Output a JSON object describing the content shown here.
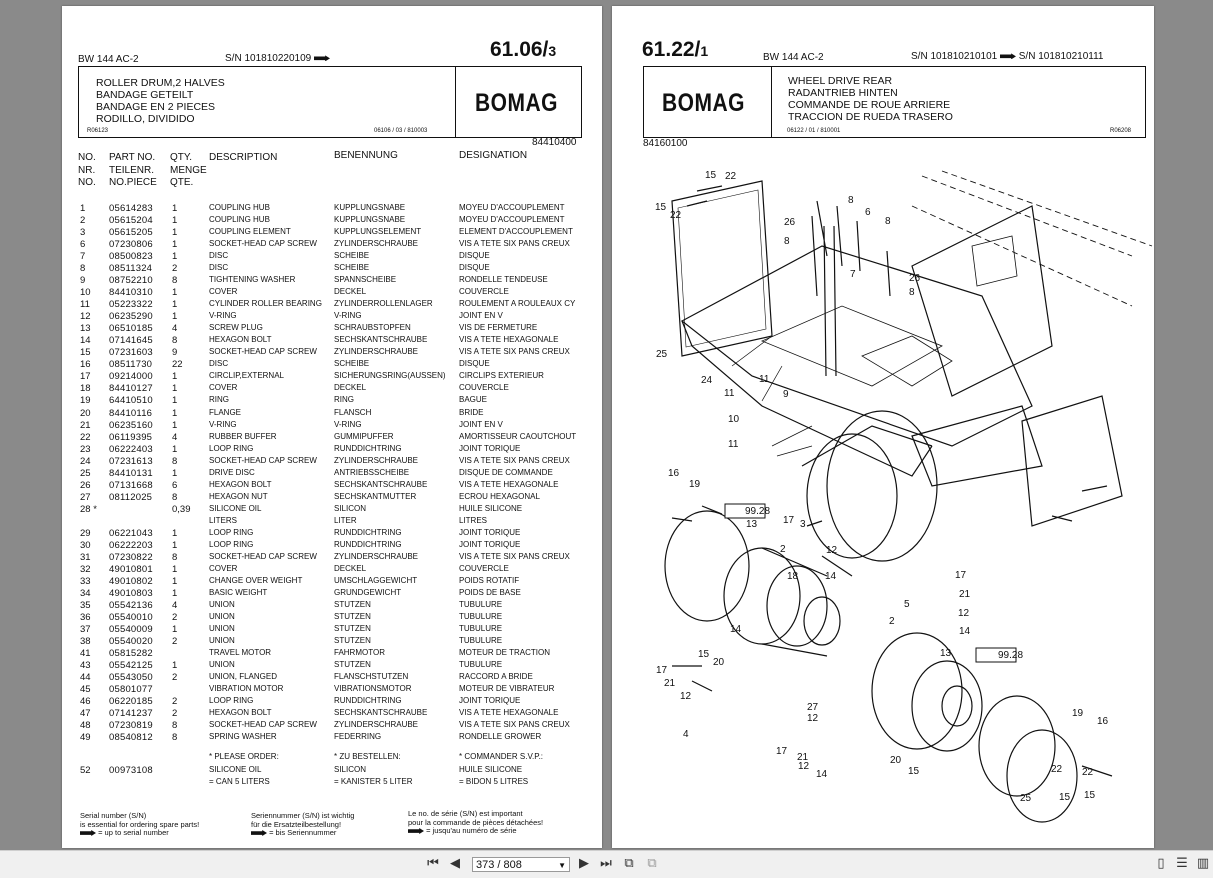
{
  "left_page": {
    "model": "BW 144 AC-2",
    "serial": "S/N 101810220109",
    "page_number_main": "61.06/",
    "page_number_sub": "3",
    "titles": [
      "ROLLER DRUM,2 HALVES",
      "BANDAGE GETEILT",
      "BANDAGE EN 2 PIECES",
      "RODILLO, DIVIDIDO"
    ],
    "brand": "BOMAG",
    "ref_left": "R06123",
    "ref_mid": "06106 / 03 / 810003",
    "code": "84410400",
    "headers": {
      "no": [
        "NO.",
        "NR.",
        "NO."
      ],
      "part": [
        "PART NO.",
        "TEILENR.",
        "NO.PIECE"
      ],
      "qty": [
        "QTY.",
        "MENGE",
        "QTE."
      ],
      "description": "DESCRIPTION",
      "benennung": "BENENNUNG",
      "designation": "DESIGNATION"
    },
    "rows": [
      [
        "1",
        "05614283",
        "1",
        "COUPLING HUB",
        "KUPPLUNGSNABE",
        "MOYEU D'ACCOUPLEMENT"
      ],
      [
        "2",
        "05615204",
        "1",
        "COUPLING HUB",
        "KUPPLUNGSNABE",
        "MOYEU D'ACCOUPLEMENT"
      ],
      [
        "3",
        "05615205",
        "1",
        "COUPLING ELEMENT",
        "KUPPLUNGSELEMENT",
        "ELEMENT D'ACCOUPLEMENT"
      ],
      [
        "6",
        "07230806",
        "1",
        "SOCKET-HEAD CAP SCREW",
        "ZYLINDERSCHRAUBE",
        "VIS A TETE SIX PANS CREUX"
      ],
      [
        "7",
        "08500823",
        "1",
        "DISC",
        "SCHEIBE",
        "DISQUE"
      ],
      [
        "8",
        "08511324",
        "2",
        "DISC",
        "SCHEIBE",
        "DISQUE"
      ],
      [
        "9",
        "08752210",
        "8",
        "TIGHTENING WASHER",
        "SPANNSCHEIBE",
        "RONDELLE TENDEUSE"
      ],
      [
        "10",
        "84410310",
        "1",
        "COVER",
        "DECKEL",
        "COUVERCLE"
      ],
      [
        "11",
        "05223322",
        "1",
        "CYLINDER ROLLER BEARING",
        "ZYLINDERROLLENLAGER",
        "ROULEMENT A ROULEAUX CY"
      ],
      [
        "12",
        "06235290",
        "1",
        "V-RING",
        "V-RING",
        "JOINT EN V"
      ],
      [
        "13",
        "06510185",
        "4",
        "SCREW PLUG",
        "SCHRAUBSTOPFEN",
        "VIS DE FERMETURE"
      ],
      [
        "14",
        "07141645",
        "8",
        "HEXAGON BOLT",
        "SECHSKANTSCHRAUBE",
        "VIS A TETE HEXAGONALE"
      ],
      [
        "15",
        "07231603",
        "9",
        "SOCKET-HEAD CAP SCREW",
        "ZYLINDERSCHRAUBE",
        "VIS A TETE SIX PANS CREUX"
      ],
      [
        "16",
        "08511730",
        "22",
        "DISC",
        "SCHEIBE",
        "DISQUE"
      ],
      [
        "17",
        "09214000",
        "1",
        "CIRCLIP,EXTERNAL",
        "SICHERUNGSRING(AUSSEN)",
        "CIRCLIPS EXTERIEUR"
      ],
      [
        "18",
        "84410127",
        "1",
        "COVER",
        "DECKEL",
        "COUVERCLE"
      ],
      [
        "19",
        "64410510",
        "1",
        "RING",
        "RING",
        "BAGUE"
      ],
      [
        "20",
        "84410116",
        "1",
        "FLANGE",
        "FLANSCH",
        "BRIDE"
      ],
      [
        "21",
        "06235160",
        "1",
        "V-RING",
        "V-RING",
        "JOINT EN V"
      ],
      [
        "22",
        "06119395",
        "4",
        "RUBBER BUFFER",
        "GUMMIPUFFER",
        "AMORTISSEUR CAOUTCHOUT"
      ],
      [
        "23",
        "06222403",
        "1",
        "LOOP RING",
        "RUNDDICHTRING",
        "JOINT TORIQUE"
      ],
      [
        "24",
        "07231613",
        "8",
        "SOCKET-HEAD CAP SCREW",
        "ZYLINDERSCHRAUBE",
        "VIS A TETE SIX PANS CREUX"
      ],
      [
        "25",
        "84410131",
        "1",
        "DRIVE DISC",
        "ANTRIEBSSCHEIBE",
        "DISQUE DE COMMANDE"
      ],
      [
        "26",
        "07131668",
        "6",
        "HEXAGON BOLT",
        "SECHSKANTSCHRAUBE",
        "VIS A TETE HEXAGONALE"
      ],
      [
        "27",
        "08112025",
        "8",
        "HEXAGON NUT",
        "SECHSKANTMUTTER",
        "ECROU HEXAGONAL"
      ],
      [
        "28 *",
        "",
        "0,39",
        "SILICONE OIL",
        "SILICON",
        "HUILE SILICONE"
      ],
      [
        "",
        "",
        "",
        "LITERS",
        "LITER",
        "LITRES"
      ],
      [
        "29",
        "06221043",
        "1",
        "LOOP RING",
        "RUNDDICHTRING",
        "JOINT TORIQUE"
      ],
      [
        "30",
        "06222203",
        "1",
        "LOOP RING",
        "RUNDDICHTRING",
        "JOINT TORIQUE"
      ],
      [
        "31",
        "07230822",
        "8",
        "SOCKET-HEAD CAP SCREW",
        "ZYLINDERSCHRAUBE",
        "VIS A TETE SIX PANS CREUX"
      ],
      [
        "32",
        "49010801",
        "1",
        "COVER",
        "DECKEL",
        "COUVERCLE"
      ],
      [
        "33",
        "49010802",
        "1",
        "CHANGE OVER WEIGHT",
        "UMSCHLAGGEWICHT",
        "POIDS ROTATIF"
      ],
      [
        "34",
        "49010803",
        "1",
        "BASIC WEIGHT",
        "GRUNDGEWICHT",
        "POIDS DE BASE"
      ],
      [
        "35",
        "05542136",
        "4",
        "UNION",
        "STUTZEN",
        "TUBULURE"
      ],
      [
        "36",
        "05540010",
        "2",
        "UNION",
        "STUTZEN",
        "TUBULURE"
      ],
      [
        "37",
        "05540009",
        "1",
        "UNION",
        "STUTZEN",
        "TUBULURE"
      ],
      [
        "38",
        "05540020",
        "2",
        "UNION",
        "STUTZEN",
        "TUBULURE"
      ],
      [
        "41",
        "05815282",
        "",
        "TRAVEL MOTOR",
        "FAHRMOTOR",
        "MOTEUR DE TRACTION"
      ],
      [
        "43",
        "05542125",
        "1",
        "UNION",
        "STUTZEN",
        "TUBULURE"
      ],
      [
        "44",
        "05543050",
        "2",
        "UNION, FLANGED",
        "FLANSCHSTUTZEN",
        "RACCORD A BRIDE"
      ],
      [
        "45",
        "05801077",
        "",
        "VIBRATION MOTOR",
        "VIBRATIONSMOTOR",
        "MOTEUR DE VIBRATEUR"
      ],
      [
        "46",
        "06220185",
        "2",
        "LOOP RING",
        "RUNDDICHTRING",
        "JOINT TORIQUE"
      ],
      [
        "47",
        "07141237",
        "2",
        "HEXAGON BOLT",
        "SECHSKANTSCHRAUBE",
        "VIS A TETE HEXAGONALE"
      ],
      [
        "48",
        "07230819",
        "8",
        "SOCKET-HEAD CAP SCREW",
        "ZYLINDERSCHRAUBE",
        "VIS A TETE SIX PANS CREUX"
      ],
      [
        "49",
        "08540812",
        "8",
        "SPRING WASHER",
        "FEDERRING",
        "RONDELLE GROWER"
      ]
    ],
    "order_note": [
      "* PLEASE ORDER:",
      "* ZU BESTELLEN:",
      "* COMMANDER S.V.P.:"
    ],
    "extra_row": [
      "52",
      "00973108",
      "",
      "SILICONE OIL",
      "SILICON",
      "HUILE SILICONE"
    ],
    "can_row": [
      "= CAN 5 LITERS",
      "= KANISTER 5 LITER",
      "= BIDON 5 LITRES"
    ],
    "footer": {
      "en": [
        "Serial number (S/N)",
        "is essential for ordering spare parts!",
        "= up to serial number"
      ],
      "de": [
        "Seriennummer (S/N) ist wichtig",
        "für die Ersatzteilbestellung!",
        "= bis Seriennummer"
      ],
      "fr": [
        "Le no. de série (S/N) est important",
        "pour la commande de pièces détachées!",
        "= jusqu'au numéro de série"
      ]
    }
  },
  "right_page": {
    "page_number_main": "61.22/",
    "page_number_sub": "1",
    "model": "BW 144 AC-2",
    "serial_from": "S/N 101810210101",
    "serial_to": "S/N 101810210111",
    "brand": "BOMAG",
    "titles": [
      "WHEEL DRIVE REAR",
      "RADANTRIEB HINTEN",
      "COMMANDE DE ROUE ARRIERE",
      "TRACCION DE RUEDA TRASERO"
    ],
    "ref_mid": "06122 / 01 / 810001",
    "ref_right": "R06208",
    "code": "84160100",
    "callouts": [
      "15",
      "22",
      "15",
      "22",
      "26",
      "8",
      "8",
      "6",
      "8",
      "7",
      "26",
      "8",
      "25",
      "24",
      "11",
      "9",
      "11",
      "10",
      "11",
      "16",
      "19",
      "99.28",
      "13",
      "17",
      "3",
      "2",
      "12",
      "14",
      "18",
      "5",
      "15",
      "20",
      "14",
      "17",
      "21",
      "12",
      "4",
      "27",
      "12",
      "2",
      "17",
      "21",
      "12",
      "14",
      "13",
      "99.28",
      "25",
      "22",
      "15",
      "22",
      "15",
      "19",
      "16",
      "20",
      "15",
      "17",
      "21",
      "12",
      "14"
    ]
  },
  "toolbar": {
    "page_indicator": "373 / 808",
    "first_icon": "first-page-icon",
    "prev_icon": "prev-page-icon",
    "next_icon": "next-page-icon",
    "last_icon": "last-page-icon"
  }
}
